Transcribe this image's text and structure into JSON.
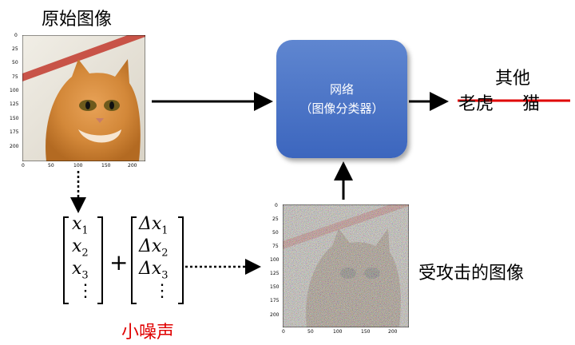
{
  "original_image": {
    "title": "原始图像",
    "x_ticks": [
      "0",
      "50",
      "100",
      "150",
      "200"
    ],
    "y_ticks": [
      "0",
      "25",
      "50",
      "75",
      "100",
      "125",
      "150",
      "175",
      "200"
    ]
  },
  "network": {
    "line1": "网络",
    "line2": "（图像分类器）"
  },
  "output": {
    "label_other": "其他",
    "label_tiger": "老虎",
    "label_cat": "猫"
  },
  "attacked_image": {
    "title": "受攻击的图像",
    "x_ticks": [
      "0",
      "50",
      "100",
      "150",
      "200"
    ],
    "y_ticks": [
      "0",
      "25",
      "50",
      "75",
      "100",
      "125",
      "150",
      "175",
      "200"
    ]
  },
  "vector_x": [
    "x",
    "x",
    "x",
    "⋮"
  ],
  "vector_x_subs": [
    "1",
    "2",
    "3",
    ""
  ],
  "plus": "+",
  "vector_dx": [
    "Δx",
    "Δx",
    "Δx",
    "⋮"
  ],
  "vector_dx_subs": [
    "1",
    "2",
    "3",
    ""
  ],
  "noise_label": "小噪声",
  "colors": {
    "net_fill": "#4a72c4",
    "strike": "#e00000",
    "noise_text": "#e00000"
  }
}
